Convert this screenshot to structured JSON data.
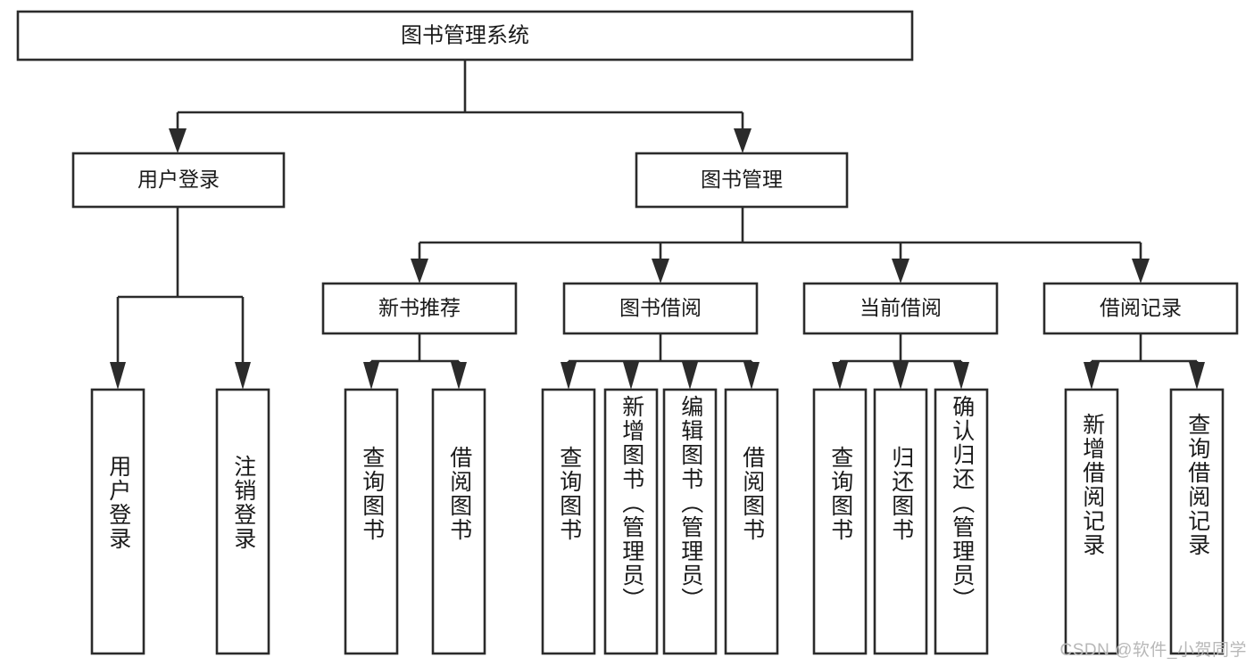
{
  "diagram": {
    "type": "tree-hierarchy",
    "title": "图书管理系统",
    "watermark": "CSDN @软件_小贺同学",
    "root": {
      "label": "图书管理系统",
      "level": 0
    },
    "level1": [
      {
        "label": "用户登录"
      },
      {
        "label": "图书管理"
      }
    ],
    "level2": [
      {
        "label": "新书推荐"
      },
      {
        "label": "图书借阅"
      },
      {
        "label": "当前借阅"
      },
      {
        "label": "借阅记录"
      }
    ],
    "leaves": {
      "user_login": [
        {
          "label": "用户登录"
        },
        {
          "label": "注销登录"
        }
      ],
      "new_book_recommend": [
        {
          "label": "查询图书"
        },
        {
          "label": "借阅图书"
        }
      ],
      "book_borrow": [
        {
          "label": "查询图书"
        },
        {
          "label": "新增图书（管理员）"
        },
        {
          "label": "编辑图书（管理员）"
        },
        {
          "label": "借阅图书"
        }
      ],
      "current_borrow": [
        {
          "label": "查询图书"
        },
        {
          "label": "归还图书"
        },
        {
          "label": "确认归还（管理员）"
        }
      ],
      "borrow_record": [
        {
          "label": "新增借阅记录"
        },
        {
          "label": "查询借阅记录"
        }
      ]
    },
    "colors": {
      "stroke": "#2b2b2b",
      "fill": "#ffffff",
      "text": "#1a1a1a",
      "watermark": "#b8b8b8",
      "background": "#ffffff"
    }
  }
}
